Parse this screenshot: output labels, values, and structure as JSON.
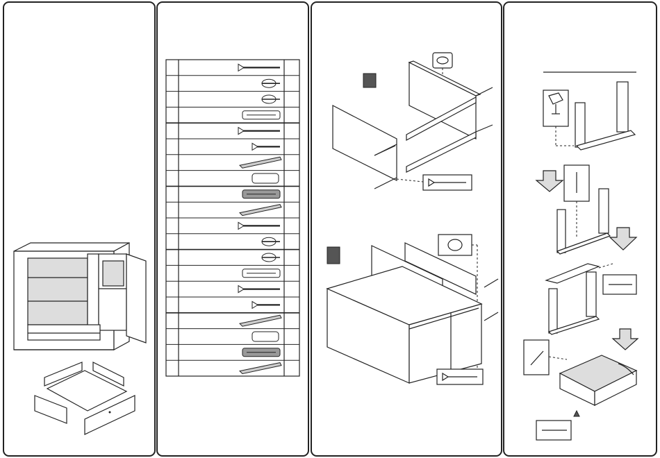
{
  "panels": [
    {
      "id": "overview",
      "content": "cabinet-and-drawer-illustration"
    },
    {
      "id": "parts-list",
      "content": "hardware-table"
    },
    {
      "id": "assembly-1",
      "content": "carcass-assembly"
    },
    {
      "id": "assembly-2",
      "content": "drawer-assembly"
    }
  ],
  "parts_list": {
    "rows": [
      {
        "icon": "long-screw-icon"
      },
      {
        "icon": "cam-bolt-icon"
      },
      {
        "icon": "angle-bracket-icon"
      },
      {
        "icon": "wooden-dowel-icon"
      },
      {
        "icon": "wood-screw-icon"
      },
      {
        "icon": "nail-icon"
      },
      {
        "icon": "drawer-runner-icon"
      },
      {
        "icon": "cushion-pad-icon"
      },
      {
        "icon": "gray-bar-icon"
      },
      {
        "icon": "handle-icon"
      },
      {
        "icon": "rail-icon"
      },
      {
        "icon": "rail-bracket-icon"
      },
      {
        "icon": "cylinder-nut-icon"
      },
      {
        "icon": "cam-bolt-small-icon"
      },
      {
        "icon": "short-screw-icon"
      },
      {
        "icon": "plug-icon"
      },
      {
        "icon": "cam-lock-icon"
      },
      {
        "icon": "hinge-icon"
      },
      {
        "icon": "dowel-large-icon"
      },
      {
        "icon": "cover-cap-icon"
      }
    ]
  },
  "colors": {
    "line": "#222222",
    "fill_shade": "#dddddd",
    "marker_dark": "#555555",
    "background": "#ffffff"
  }
}
